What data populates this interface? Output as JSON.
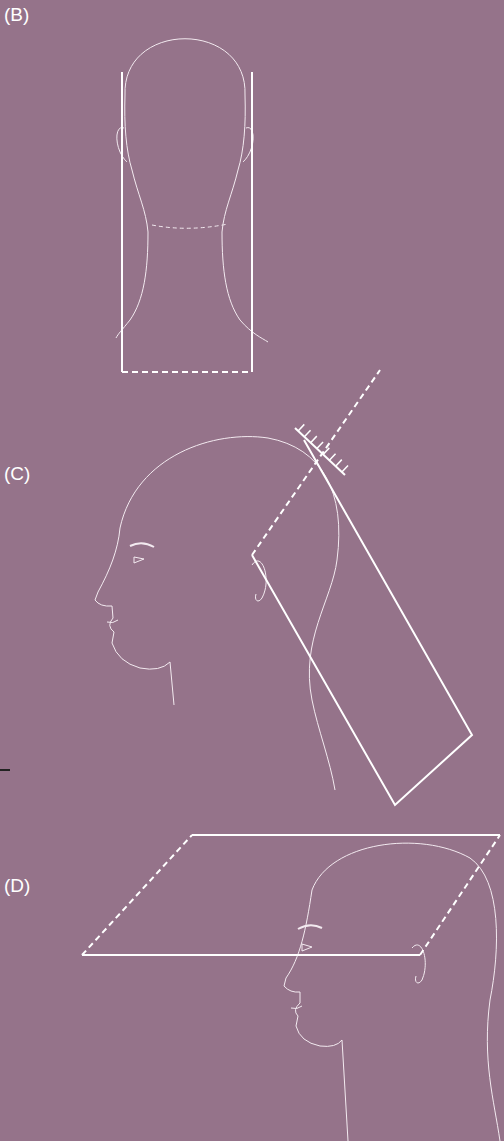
{
  "diagram": {
    "labels": [
      "(B)",
      "(C)",
      "(D)"
    ]
  }
}
